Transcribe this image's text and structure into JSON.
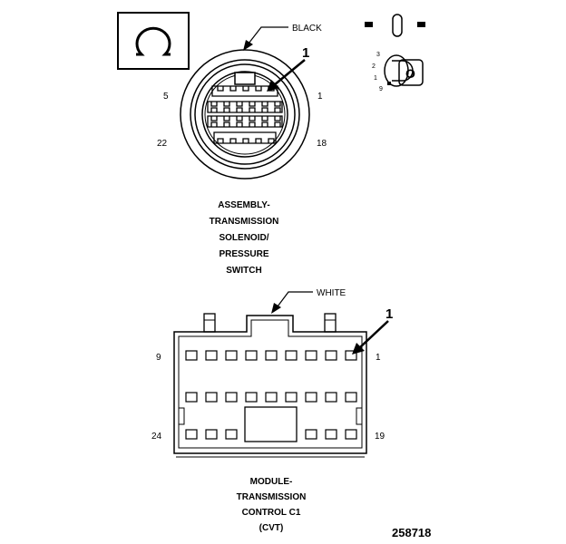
{
  "top_connector": {
    "color_label": "BLACK",
    "callout": "1",
    "pin_labels": {
      "top_left": "5",
      "top_right": "1",
      "bottom_left": "22",
      "bottom_right": "18"
    },
    "title_lines": [
      "ASSEMBLY-",
      "TRANSMISSION",
      "SOLENOID/",
      "PRESSURE",
      "SWITCH"
    ]
  },
  "key_icon": {
    "positions": [
      "3",
      "2",
      "1",
      "9"
    ],
    "key_letter": "O"
  },
  "bottom_connector": {
    "color_label": "WHITE",
    "callout": "1",
    "pin_labels": {
      "top_left": "9",
      "top_right": "1",
      "bottom_left": "24",
      "bottom_right": "19"
    },
    "title_lines": [
      "MODULE-",
      "TRANSMISSION",
      "CONTROL C1",
      "(CVT)"
    ]
  },
  "figure_number": "258718",
  "icons": [
    "ohm-icon",
    "ignition-key-icon",
    "ignition-switch-icon"
  ]
}
